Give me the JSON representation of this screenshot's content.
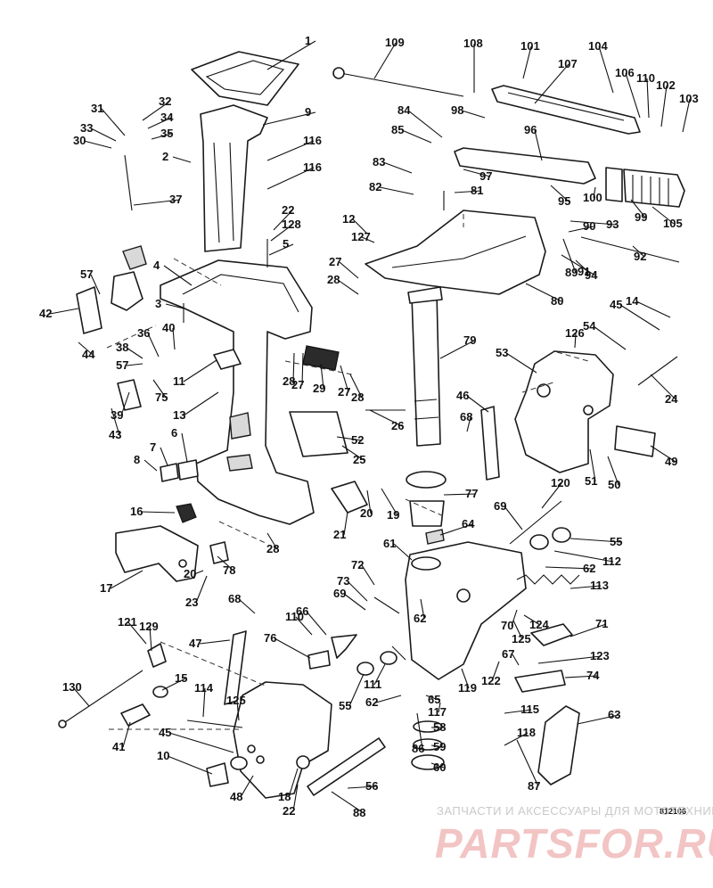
{
  "diagram": {
    "figure_code": "812106",
    "callouts": [
      "1",
      "2",
      "3",
      "4",
      "5",
      "6",
      "7",
      "8",
      "9",
      "10",
      "11",
      "12",
      "13",
      "14",
      "15",
      "16",
      "17",
      "18",
      "19",
      "20",
      "20",
      "21",
      "22",
      "22",
      "23",
      "24",
      "25",
      "26",
      "27",
      "27",
      "27",
      "28",
      "28",
      "28",
      "28",
      "29",
      "30",
      "31",
      "32",
      "33",
      "34",
      "35",
      "36",
      "37",
      "38",
      "39",
      "40",
      "41",
      "42",
      "43",
      "44",
      "45",
      "45",
      "46",
      "47",
      "48",
      "49",
      "50",
      "51",
      "52",
      "53",
      "54",
      "55",
      "55",
      "56",
      "57",
      "57",
      "58",
      "59",
      "60",
      "61",
      "62",
      "62",
      "62",
      "63",
      "64",
      "65",
      "66",
      "67",
      "68",
      "68",
      "69",
      "69",
      "70",
      "71",
      "72",
      "73",
      "74",
      "75",
      "76",
      "77",
      "78",
      "79",
      "80",
      "81",
      "82",
      "83",
      "84",
      "85",
      "86",
      "87",
      "88",
      "89",
      "90",
      "91",
      "92",
      "93",
      "94",
      "95",
      "96",
      "97",
      "98",
      "99",
      "100",
      "101",
      "102",
      "103",
      "104",
      "105",
      "106",
      "107",
      "108",
      "109",
      "110",
      "110",
      "111",
      "112",
      "113",
      "114",
      "115",
      "116",
      "116",
      "117",
      "118",
      "119",
      "120",
      "121",
      "122",
      "123",
      "124",
      "125",
      "125",
      "126",
      "127",
      "128",
      "129",
      "130"
    ]
  },
  "watermark": {
    "tagline": "ЗАПЧАСТИ И АКСЕССУАРЫ ДЛЯ МОТОТЕХНИКИ",
    "brand": "PARTSFOR.RU"
  },
  "colors": {
    "ink": "#111111",
    "watermark_red": "#f2c4c4",
    "watermark_grey": "#c9c9c9"
  }
}
